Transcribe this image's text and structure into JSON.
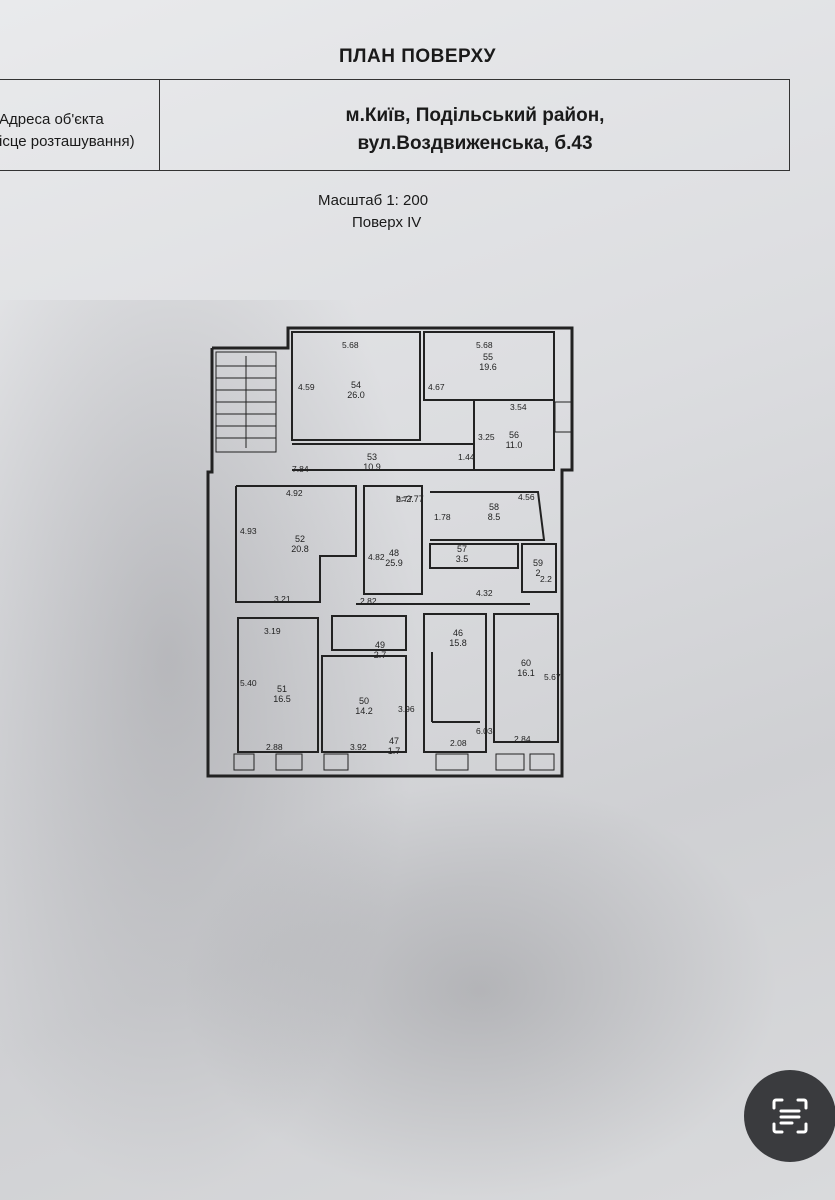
{
  "header": {
    "title": "ПЛАН ПОВЕРХУ",
    "address_label_line1": "Адреса об'єкта",
    "address_label_line2": "ісце розташування)",
    "address_line1": "м.Київ, Подільський район,",
    "address_line2": "вул.Воздвиженська, б.43",
    "scale": "Масштаб 1: 200",
    "floor": "Поверх IV"
  },
  "plan": {
    "rooms": [
      {
        "num": "54",
        "area": "26.0"
      },
      {
        "num": "55",
        "area": "19.6"
      },
      {
        "num": "56",
        "area": "11.0"
      },
      {
        "num": "53",
        "area": "10.9"
      },
      {
        "num": "52",
        "area": "20.8"
      },
      {
        "num": "48",
        "area": "25.9"
      },
      {
        "num": "58",
        "area": "8.5"
      },
      {
        "num": "57",
        "area": "3.5"
      },
      {
        "num": "59",
        "area": "2"
      },
      {
        "num": "49",
        "area": "2.7"
      },
      {
        "num": "46",
        "area": "15.8"
      },
      {
        "num": "51",
        "area": "16.5"
      },
      {
        "num": "50",
        "area": "14.2"
      },
      {
        "num": "47",
        "area": "1.7"
      },
      {
        "num": "60",
        "area": "16.1"
      }
    ],
    "dims": [
      "5.68",
      "5.68",
      "4.59",
      "4.67",
      "3.54",
      "3.25",
      "1.44",
      "7.84",
      "4.92",
      "2.77",
      "1.78",
      "4.56",
      "4.93",
      "4.82",
      "3.21",
      "2.82",
      "4.32",
      "3.19",
      "5.40",
      "2.88",
      "3.96",
      "3.92",
      "6.03",
      "2.08",
      "5.67",
      "2.84",
      "2.2"
    ],
    "height_label": "h=2.77"
  },
  "icons": {
    "lens": "google-lens-icon"
  }
}
